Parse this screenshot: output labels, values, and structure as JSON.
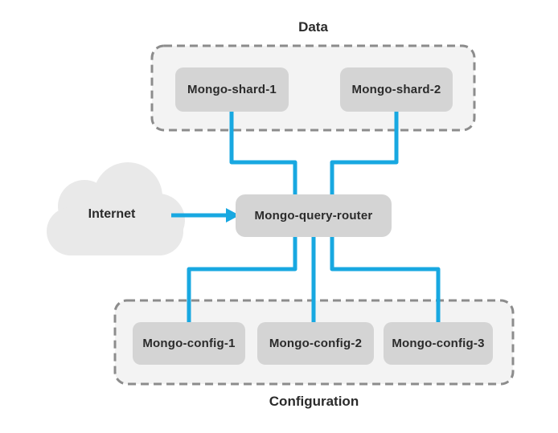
{
  "diagram": {
    "groups": {
      "data": {
        "label": "Data"
      },
      "configuration": {
        "label": "Configuration"
      }
    },
    "nodes": {
      "shard1": {
        "label": "Mongo-shard-1"
      },
      "shard2": {
        "label": "Mongo-shard-2"
      },
      "router": {
        "label": "Mongo-query-router"
      },
      "config1": {
        "label": "Mongo-config-1"
      },
      "config2": {
        "label": "Mongo-config-2"
      },
      "config3": {
        "label": "Mongo-config-3"
      },
      "internet": {
        "label": "Internet"
      }
    },
    "edges": [
      {
        "from": "Internet",
        "to": "Mongo-query-router",
        "type": "arrow"
      },
      {
        "from": "Mongo-shard-1",
        "to": "Mongo-query-router",
        "type": "line"
      },
      {
        "from": "Mongo-shard-2",
        "to": "Mongo-query-router",
        "type": "line"
      },
      {
        "from": "Mongo-query-router",
        "to": "Mongo-config-1",
        "type": "line"
      },
      {
        "from": "Mongo-query-router",
        "to": "Mongo-config-2",
        "type": "line"
      },
      {
        "from": "Mongo-query-router",
        "to": "Mongo-config-3",
        "type": "line"
      }
    ],
    "colors": {
      "connector_blue": "#18a8e1",
      "node_fill": "#d4d4d4",
      "group_fill": "#f3f3f3",
      "group_border": "#8c8c8c",
      "cloud_fill": "#e9e9e9",
      "label_text": "#2b2b2b"
    }
  }
}
